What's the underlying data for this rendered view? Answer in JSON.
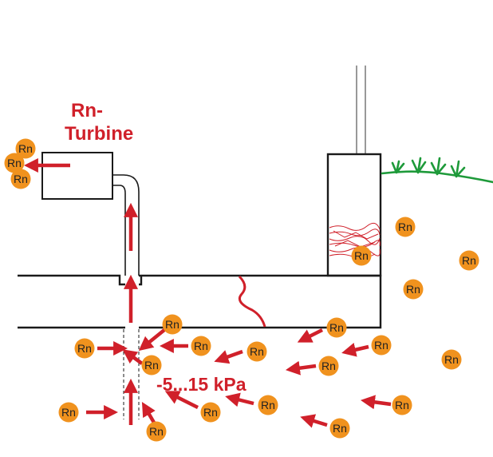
{
  "labels": {
    "turbine_line1": "Rn-",
    "turbine_line2": "Turbine",
    "pressure": "-5...15 kPa",
    "radon": "Rn"
  },
  "colors": {
    "arrow": "#d0202a",
    "radon_fill": "#f0921e",
    "grass": "#1e9a3a",
    "crack": "#d0202a",
    "outline": "#1a1a1a"
  }
}
